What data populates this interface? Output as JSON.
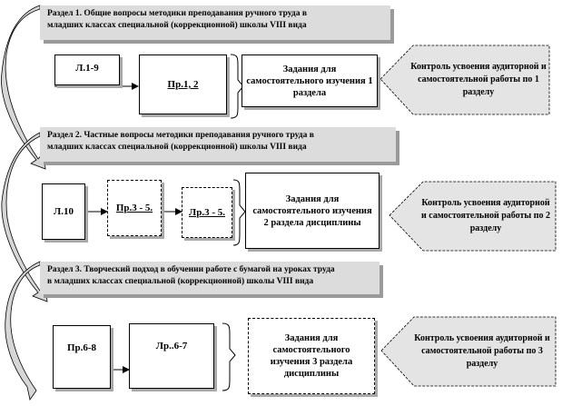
{
  "sections": [
    {
      "line1": "Раздел  1. Общие вопросы методики преподавания ручного труда в",
      "line2": "младших классах специальной (коррекционной) школы VIII  вида"
    },
    {
      "line1": "Раздел 2. Частные вопросы  методики преподавания ручного  труда в",
      "line2": "младших классах специальной (коррекционной) школы VIII  вида"
    },
    {
      "line1": "Раздел 3. Творческий  подход  в обучении работе с бумагой на уроках труда",
      "line2": "в младших классах специальной (коррекционной) школы VIII  вида"
    }
  ],
  "row1": {
    "lecture": "Л.1-9",
    "practice": "Пр.1,  2",
    "task": "Задания для самостоятельного изучения 1 раздела",
    "control": "Контроль  усвоения аудиторной и самостоятельной работы по 1 разделу"
  },
  "row2": {
    "lecture": "Л.10",
    "practice1": "Пр.3  -  5.",
    "practice2": "Лр.3  -  5.",
    "task": "Задания для самостоятельного изучения 2 раздела дисциплины",
    "control": "Контроль  усвоения аудиторной и самостоятельной работы по 2 разделу"
  },
  "row3": {
    "practice": "Пр.6-8",
    "lab": "Лр..6-7",
    "task": "Задания для самостоятельного изучения 3 раздела дисциплины",
    "control": "Контроль  усвоения аудиторной и самостоятельной работы по 3 разделу"
  }
}
